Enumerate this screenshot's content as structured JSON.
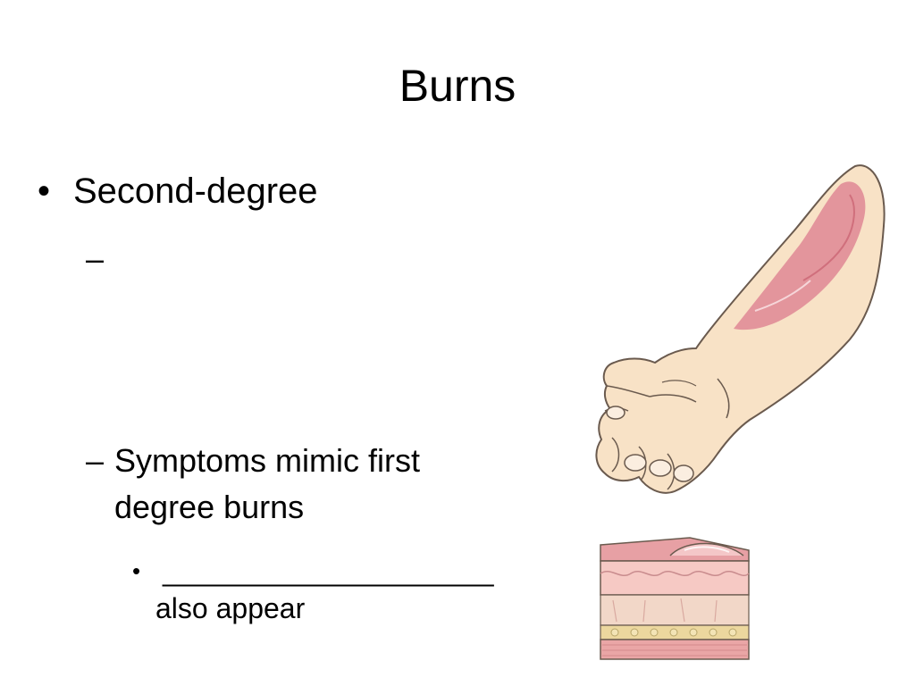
{
  "slide": {
    "title": "Burns",
    "bullet": {
      "marker": "•",
      "text": "Second-degree"
    },
    "sub_items": [
      {
        "marker": "–",
        "text": ""
      },
      {
        "marker": "–",
        "text": "Symptoms mimic first degree burns"
      }
    ],
    "nested_item": {
      "marker": "•",
      "blank": "______________________",
      "text": "also appear"
    }
  },
  "illustrations": {
    "skin_color": "#f8e2c6",
    "burn_color": "#e2909a",
    "outline_color": "#6a5a4e"
  }
}
